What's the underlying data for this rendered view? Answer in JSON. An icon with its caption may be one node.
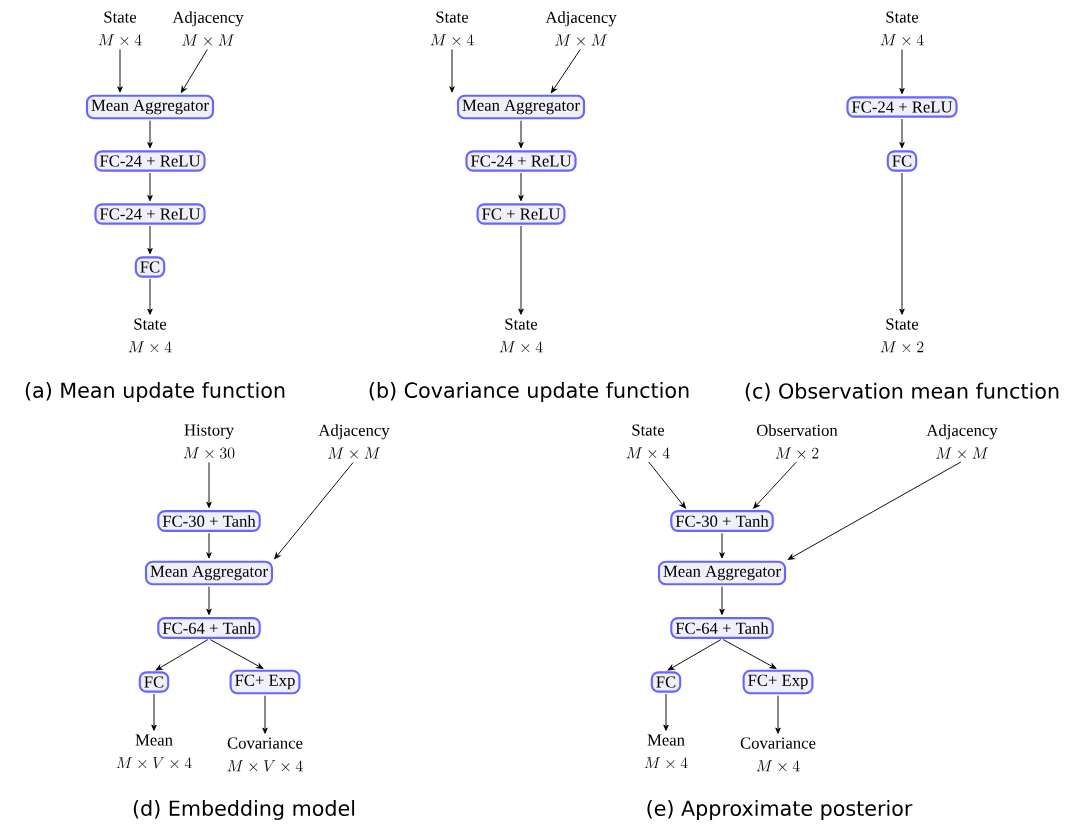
{
  "diagram": {
    "nodes": [
      {
        "text": [
          "State",
          "M \\times 4"
        ]
      },
      {
        "text": [
          "Adjacency",
          "M \\times M"
        ]
      },
      {
        "text": [
          "Mean Aggregator"
        ]
      },
      {
        "text": [
          "FC-24 + ReLU"
        ]
      },
      {
        "text": [
          "FC-24 + ReLU"
        ]
      },
      {
        "text": [
          "FC"
        ]
      },
      {
        "text": [
          "State",
          "M \\times 4"
        ]
      },
      {
        "text": [
          "State",
          "M \\times 4"
        ]
      },
      {
        "text": [
          "Adjacency",
          "M \\times M"
        ]
      },
      {
        "text": [
          "Mean Aggregator"
        ]
      },
      {
        "text": [
          "FC-24 + ReLU"
        ]
      },
      {
        "text": [
          "FC + ReLU"
        ]
      },
      {
        "text": [
          "State",
          "M \\times 4"
        ]
      },
      {
        "text": [
          "State",
          "M \\times 4"
        ]
      },
      {
        "text": [
          "FC-24 + ReLU"
        ]
      },
      {
        "text": [
          "FC"
        ]
      },
      {
        "text": [
          "State",
          "M \\times 2"
        ]
      },
      {
        "text": [
          "History",
          "M \\times 30"
        ]
      },
      {
        "text": [
          "Adjacency",
          "M \\times M"
        ]
      },
      {
        "text": [
          "FC-30 + Tanh"
        ]
      },
      {
        "text": [
          "Mean Aggregator"
        ]
      },
      {
        "text": [
          "FC-64 + Tanh"
        ]
      },
      {
        "text": [
          "FC"
        ]
      },
      {
        "text": [
          "FC+ Exp"
        ]
      },
      {
        "text": [
          "Mean",
          "M \\times V \\times 4"
        ]
      },
      {
        "text": [
          "Covariance",
          "M \\times V \\times 4"
        ]
      },
      {
        "text": [
          "State",
          "M \\times 4"
        ]
      },
      {
        "text": [
          "Observation",
          "M \\times 2"
        ]
      },
      {
        "text": [
          "Adjacency",
          "M \\times M"
        ]
      },
      {
        "text": [
          "FC-30 + Tanh"
        ]
      },
      {
        "text": [
          "Mean Aggregator"
        ]
      },
      {
        "text": [
          "FC-64 + Tanh"
        ]
      },
      {
        "text": [
          "FC"
        ]
      },
      {
        "text": [
          "FC+ Exp"
        ]
      },
      {
        "text": [
          "Mean",
          "M \\times 4"
        ]
      },
      {
        "text": [
          "Covariance",
          "M \\times 4"
        ]
      }
    ],
    "edges": [
      {
        "from": 0,
        "to": 2,
        "arrow": "to"
      },
      {
        "from": 1,
        "to": 2,
        "arrow": "to"
      },
      {
        "from": 2,
        "to": 3,
        "arrow": "to"
      },
      {
        "from": 3,
        "to": 4,
        "arrow": "to"
      },
      {
        "from": 4,
        "to": 5,
        "arrow": "to"
      },
      {
        "from": 5,
        "to": 6,
        "arrow": "to"
      },
      {
        "from": 7,
        "to": 9,
        "arrow": "to"
      },
      {
        "from": 8,
        "to": 9,
        "arrow": "to"
      },
      {
        "from": 9,
        "to": 10,
        "arrow": "to"
      },
      {
        "from": 10,
        "to": 11,
        "arrow": "to"
      },
      {
        "from": 11,
        "to": 12,
        "arrow": "to"
      },
      {
        "from": 13,
        "to": 14,
        "arrow": "to"
      },
      {
        "from": 14,
        "to": 15,
        "arrow": "to"
      },
      {
        "from": 15,
        "to": 16,
        "arrow": "to"
      },
      {
        "from": 17,
        "to": 19,
        "arrow": "to"
      },
      {
        "from": 18,
        "to": 20,
        "arrow": "to"
      },
      {
        "from": 19,
        "to": 20,
        "arrow": "to"
      },
      {
        "from": 20,
        "to": 21,
        "arrow": "to"
      },
      {
        "from": 21,
        "to": 22,
        "arrow": "to"
      },
      {
        "from": 21,
        "to": 23,
        "arrow": "to"
      },
      {
        "from": 22,
        "to": 24,
        "arrow": "to"
      },
      {
        "from": 23,
        "to": 25,
        "arrow": "to"
      },
      {
        "from": 26,
        "to": 29,
        "arrow": "to"
      },
      {
        "from": 27,
        "to": 29,
        "arrow": "to"
      },
      {
        "from": 28,
        "to": 30,
        "arrow": "to"
      },
      {
        "from": 29,
        "to": 30,
        "arrow": "to"
      },
      {
        "from": 30,
        "to": 31,
        "arrow": "to"
      },
      {
        "from": 31,
        "to": 32,
        "arrow": "to"
      },
      {
        "from": 31,
        "to": 33,
        "arrow": "to"
      },
      {
        "from": 32,
        "to": 34,
        "arrow": "to"
      },
      {
        "from": 33,
        "to": 35,
        "arrow": "to"
      }
    ],
    "labels": [
      "(a) Mean update function",
      "(b) Covariance update function",
      "(c) Observation mean function",
      "(d) Embedding model",
      "(e) Approximate posterior"
    ]
  }
}
